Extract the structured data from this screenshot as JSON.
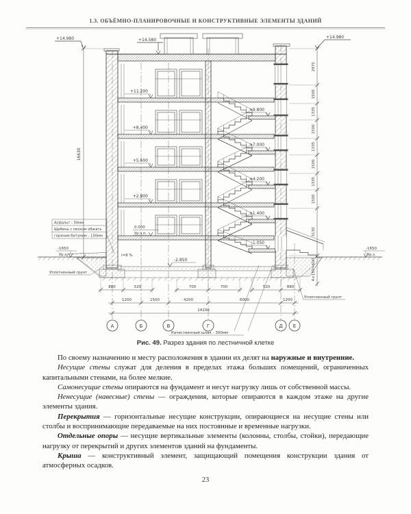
{
  "header": {
    "title": "1.3. ОБЪЁМНО-ПЛАНИРОВОЧНЫЕ И КОНСТРУКТИВНЫЕ ЭЛЕМЕНТЫ ЗДАНИЙ"
  },
  "figure": {
    "caption_label": "Рис. 49.",
    "caption_text": "Разрез здания по лестничной клетке",
    "drawing": {
      "elev_top_left": "+14.980",
      "elev_top_right": "+14.980",
      "elev_roof": "+14.580",
      "floor_marks": [
        "+11.200",
        "+8.400",
        "+5.600",
        "+2.800"
      ],
      "zero_mark": "0.000",
      "zero_sub": "Ур.ч.п.",
      "stair_marks": [
        "+9.800",
        "+7.000",
        "+4.200",
        "+1.400",
        "-1.050"
      ],
      "basement_mark": "-2.850",
      "total_height_dim": "16630",
      "right_dims": [
        "2975",
        "1500",
        "1335",
        "1500",
        "1335",
        "1500",
        "1335",
        "1500",
        "3130"
      ],
      "entry_steps_dim": "4×150=600",
      "ground_elev_left": "-1650",
      "ground_sub_left": "Ур.з.",
      "ground_elev_right": "-1650",
      "ground_sub_right": "Ур.з.",
      "slope": "i=8 %",
      "pavement": [
        "Асфальт - 50мм",
        "Щебень с песком обжать",
        "горячим битумом - 150мм"
      ],
      "soil_left": "Уплотненный грунт",
      "soil_right": "Уплотненный грунт",
      "slag": "Качественный шлак - 300мм",
      "dims_row1": [
        "880",
        "520",
        "700",
        "700",
        "520",
        "880"
      ],
      "dims_row2": [
        "1200",
        "1500",
        "4200",
        "6000",
        "1200"
      ],
      "dims_total": "14100",
      "axes": [
        "А",
        "Б",
        "В",
        "Г",
        "Д",
        "Е"
      ]
    }
  },
  "paragraphs": [
    [
      {
        "t": "По своему назначению и месту расположения в здании их делят на "
      },
      {
        "t": "наружные и внутренние.",
        "s": "b"
      }
    ],
    [
      {
        "t": "Несущие стены",
        "s": "i"
      },
      {
        "t": " служат для деления в пределах этажа больших помещений, ограниченных капитальными стенами, на более мелкие."
      }
    ],
    [
      {
        "t": "Самонесущие стены",
        "s": "i"
      },
      {
        "t": " опираются на фундамент и несут нагрузку лишь от собственной массы."
      }
    ],
    [
      {
        "t": "Ненесущие (навесные) стены",
        "s": "i"
      },
      {
        "t": " — ограждения, которые опираются в каждом этаже на другие элементы здания."
      }
    ],
    [
      {
        "t": "Перекрытия",
        "s": "bi"
      },
      {
        "t": " — горизонтальные несущие конструкции, опирающиеся на несущие стены или столбы и воспринимающие передаваемые на них постоянные и временные нагрузки."
      }
    ],
    [
      {
        "t": "Отдельные опоры",
        "s": "bi"
      },
      {
        "t": " — несущие вертикальные элементы (колонны, столбы, стойки), передающие нагрузку от перекрытий и других элементов зданий на фундаменты."
      }
    ],
    [
      {
        "t": "Крыша",
        "s": "bi"
      },
      {
        "t": " — конструктивный элемент, защищающий помещения конструкции здания от атмосферных осадков."
      }
    ]
  ],
  "page_number": "23"
}
